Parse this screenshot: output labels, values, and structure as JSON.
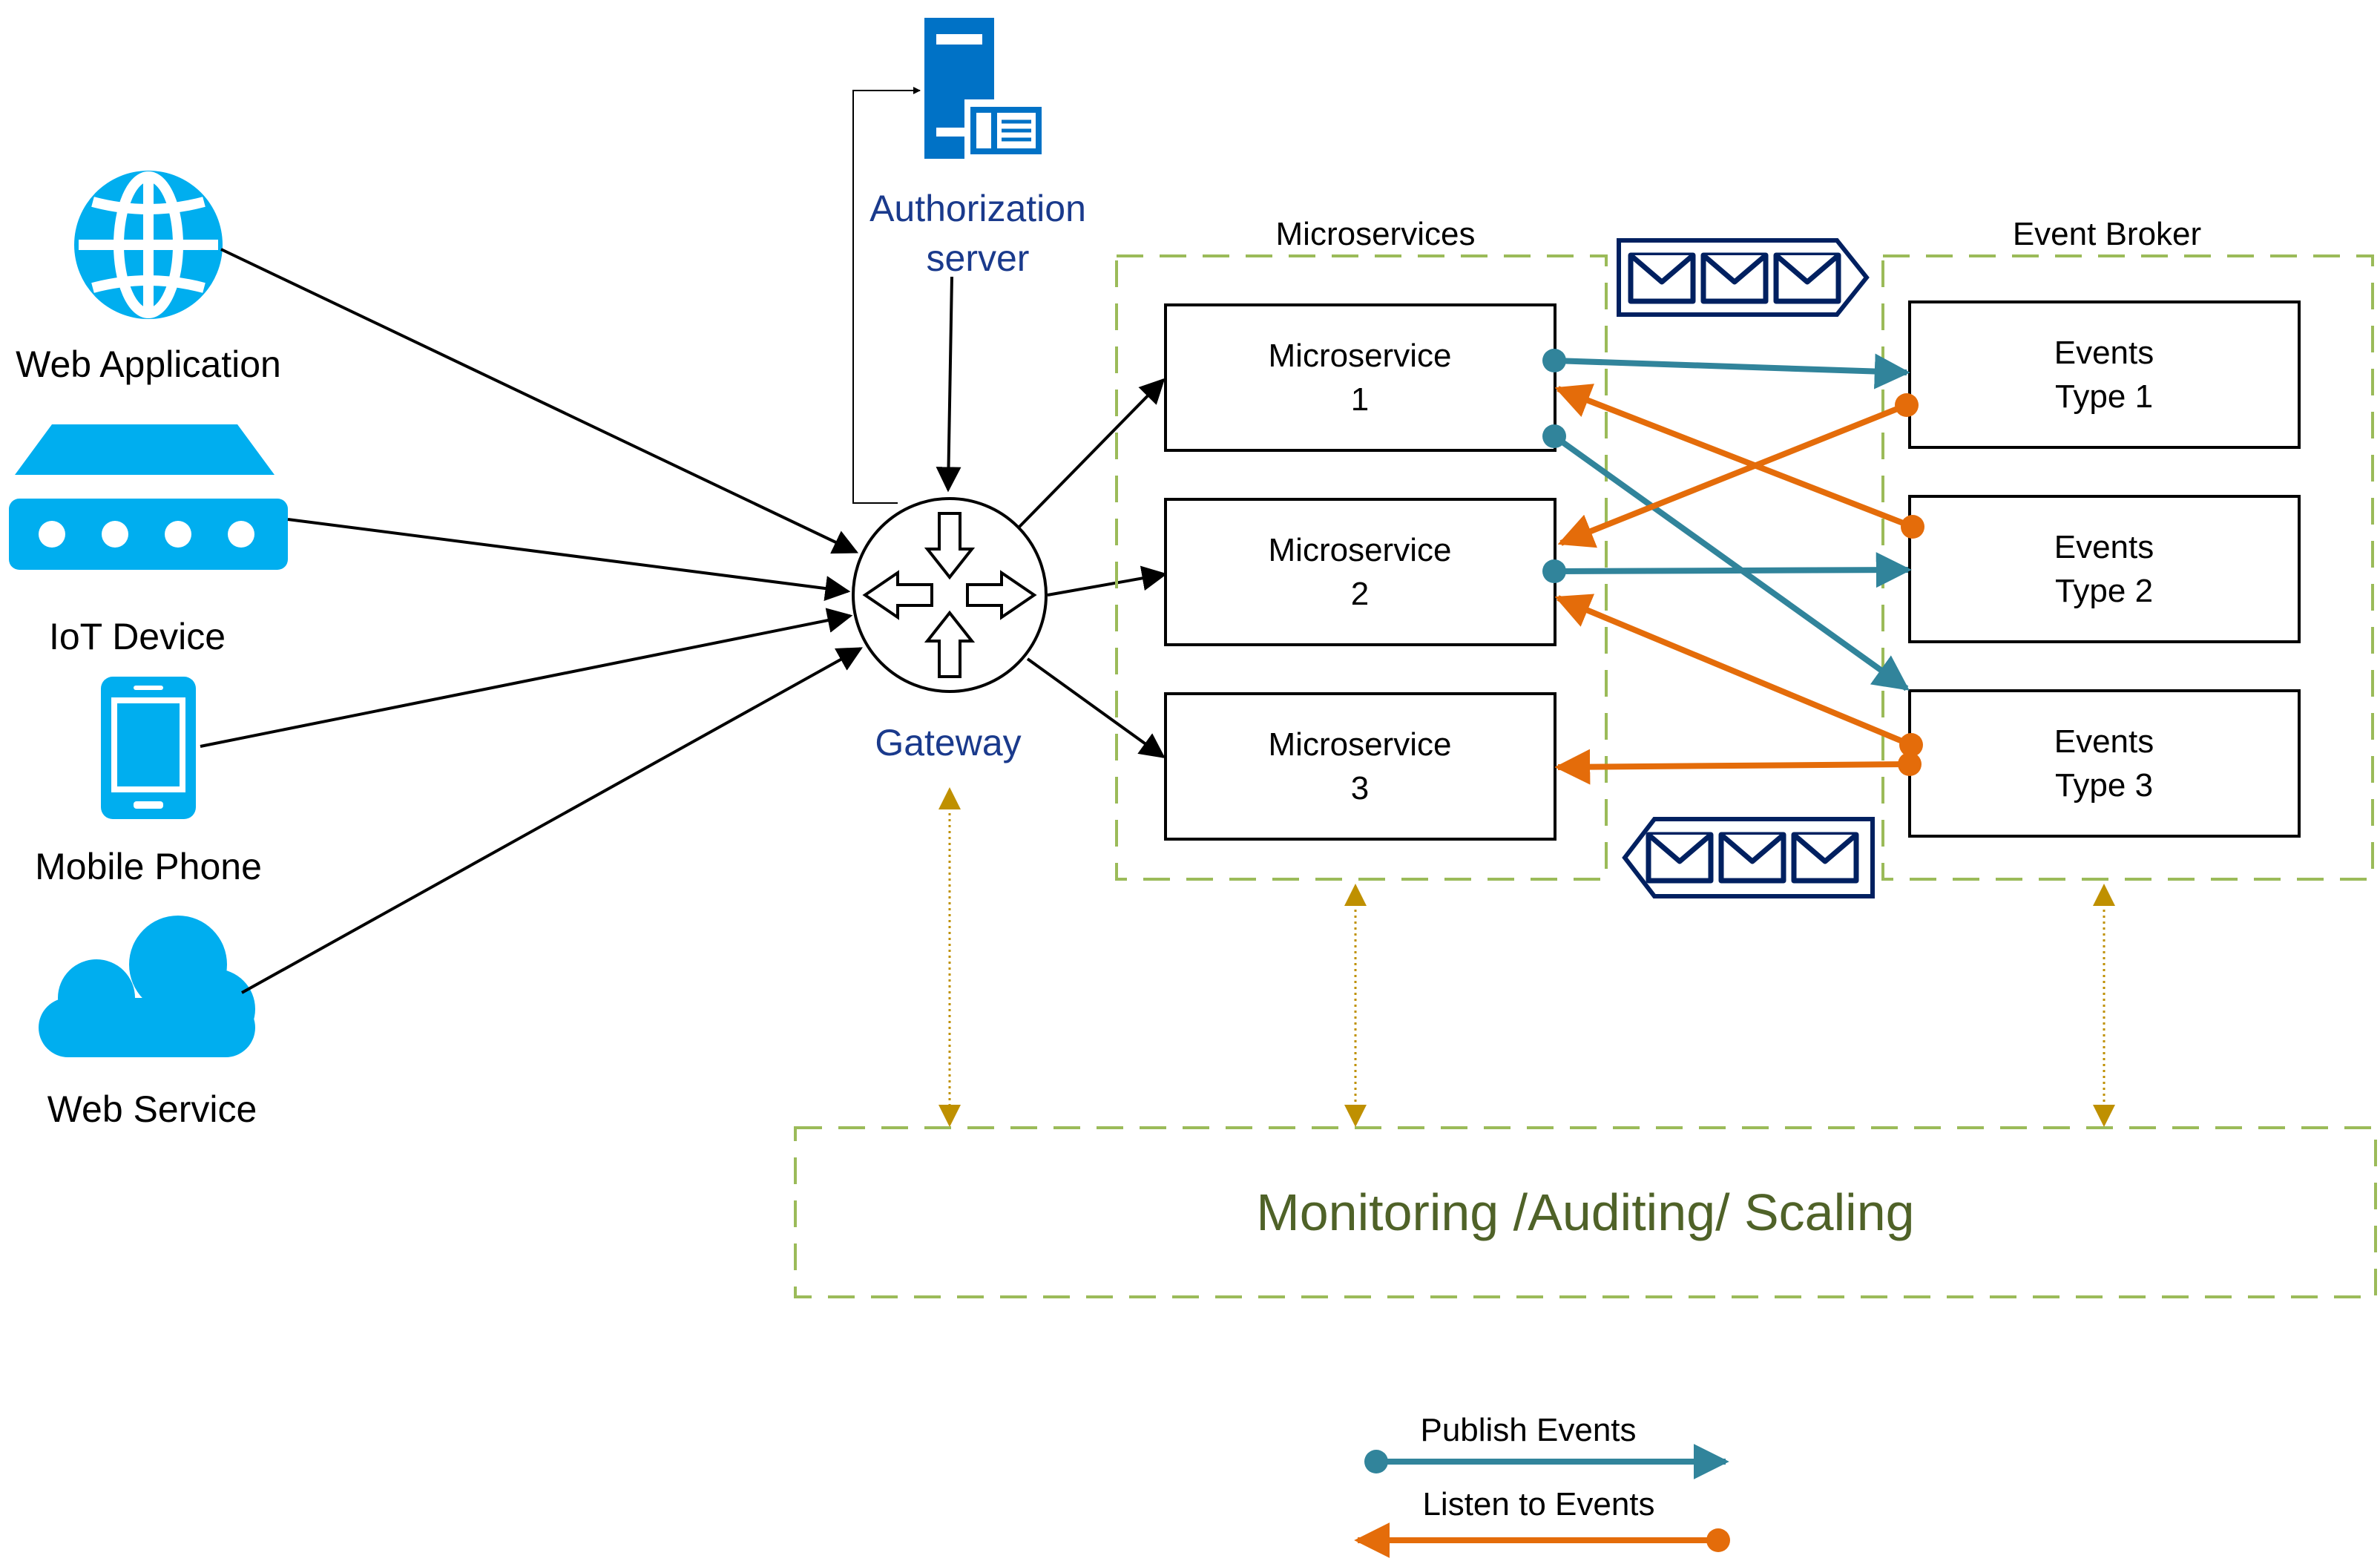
{
  "clients": {
    "web_application": "Web Application",
    "iot_device": "IoT Device",
    "mobile_phone": "Mobile Phone",
    "web_service": "Web Service"
  },
  "auth_server": {
    "line1": "Authorization",
    "line2": "server"
  },
  "gateway": {
    "label": "Gateway"
  },
  "microservices_group": {
    "title": "Microservices",
    "items": [
      {
        "line1": "Microservice",
        "line2": "1"
      },
      {
        "line1": "Microservice",
        "line2": "2"
      },
      {
        "line1": "Microservice",
        "line2": "3"
      }
    ]
  },
  "event_broker": {
    "title": "Event Broker",
    "items": [
      {
        "line1": "Events",
        "line2": "Type 1"
      },
      {
        "line1": "Events",
        "line2": "Type 2"
      },
      {
        "line1": "Events",
        "line2": "Type 3"
      }
    ]
  },
  "monitoring": {
    "label": "Monitoring /Auditing/ Scaling"
  },
  "legend": {
    "publish": "Publish Events",
    "listen": "Listen to Events"
  },
  "colors": {
    "client_icon": "#00aeef",
    "auth_server": "#0072c6",
    "dark_label": "#1a237e",
    "publish": "#31849b",
    "listen": "#e46c0a",
    "group_border": "#9bbb59",
    "monitoring_text": "#4f6228",
    "monitor_link": "#bf9000",
    "envelope": "#002060"
  },
  "icons": {
    "web_application": "globe-icon",
    "iot_device": "iot-device-icon",
    "mobile_phone": "mobile-phone-icon",
    "web_service": "cloud-icon",
    "auth_server": "server-icon",
    "gateway": "router-icon",
    "queue": "envelope-queue-icon"
  }
}
